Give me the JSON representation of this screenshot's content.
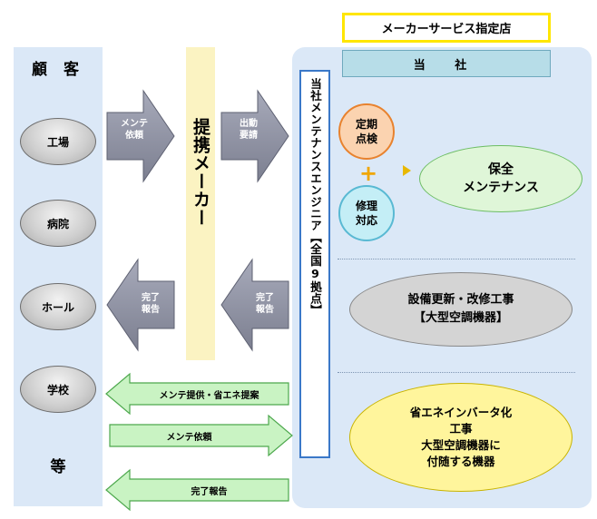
{
  "customer": {
    "title": "顧 客",
    "items": [
      "工場",
      "病院",
      "ホール",
      "学校"
    ],
    "etc": "等"
  },
  "partner": {
    "label": "提携メーカー"
  },
  "service_shop": {
    "label": "メーカーサービス指定店"
  },
  "company": {
    "label": "当 社"
  },
  "engineers": {
    "label": "当社メンテナンスエンジニア【全国9拠点】"
  },
  "arrows": {
    "request_maintenance": "メンテ\n依頼",
    "dispatch_request": "出動\n要請",
    "complete_report_left": "完了\n報告",
    "complete_report_mid": "完了\n報告"
  },
  "flows": {
    "maintenance_proposal": "メンテ提供・省エネ提案",
    "maintenance_request": "メンテ依頼",
    "completion_report": "完了報告"
  },
  "services": {
    "periodic": "定期\n点検",
    "repair": "修理\n対応",
    "plus": "+",
    "maintenance": "保全\nメンテナンス",
    "renewal": "設備更新・改修工事\n【大型空調機器】",
    "energy": "省エネインバータ化\n工事\n大型空調機器に\n付随する機器"
  },
  "colors": {
    "fat_arrow": "#8c8fa0",
    "green_arrow": "#c9f3c3",
    "green_border": "#4da84d",
    "blue_panel": "#dbe8f7",
    "yellow_bar": "#fbf3c2"
  }
}
